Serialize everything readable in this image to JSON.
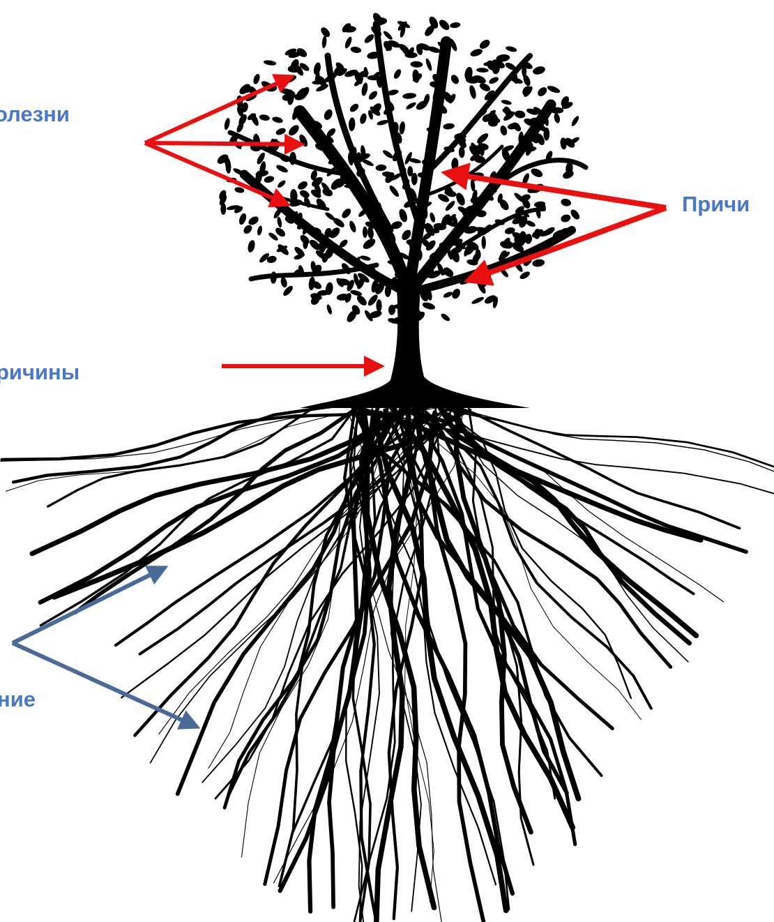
{
  "labels": {
    "diseases": "олезни",
    "causes_right": "Причи",
    "causes_mid": "ричины",
    "bottom": "ние"
  },
  "colors": {
    "label_text": "#4a78c8",
    "red_arrow": "#e81010",
    "blue_arrow": "#4a6a98",
    "tree": "#000000",
    "background": "#ffffff"
  },
  "illustration": "tree-with-roots"
}
